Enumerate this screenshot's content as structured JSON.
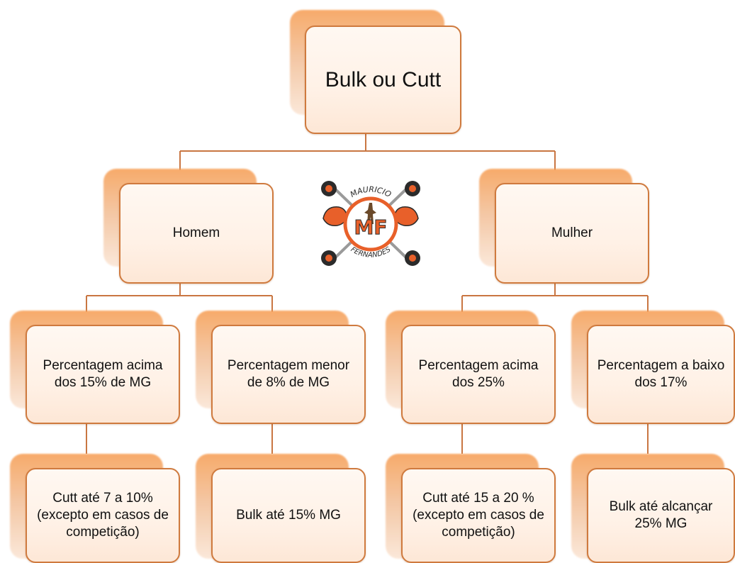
{
  "diagram": {
    "root": {
      "label": "Bulk ou Cutt"
    },
    "homem": {
      "label": "Homem",
      "children": [
        {
          "label": "Percentagem acima dos 15% de MG",
          "result": "Cutt até 7 a 10% (excepto em casos de competição)"
        },
        {
          "label": "Percentagem menor de 8% de MG",
          "result": "Bulk até 15% MG"
        }
      ]
    },
    "mulher": {
      "label": "Mulher",
      "children": [
        {
          "label": "Percentagem acima dos 25%",
          "result": "Cutt até 15 a 20 % (excepto em casos de competição)"
        },
        {
          "label": "Percentagem a baixo dos 17%",
          "result": "Bulk até alcançar 25% MG"
        }
      ]
    }
  },
  "logo": {
    "top_text": "MAURICIO",
    "initials": "MF",
    "bottom_text": "FERNANDES",
    "colors": {
      "orange": "#e8602a",
      "dark": "#2b2b2b",
      "steel": "#9a9a9a"
    }
  }
}
